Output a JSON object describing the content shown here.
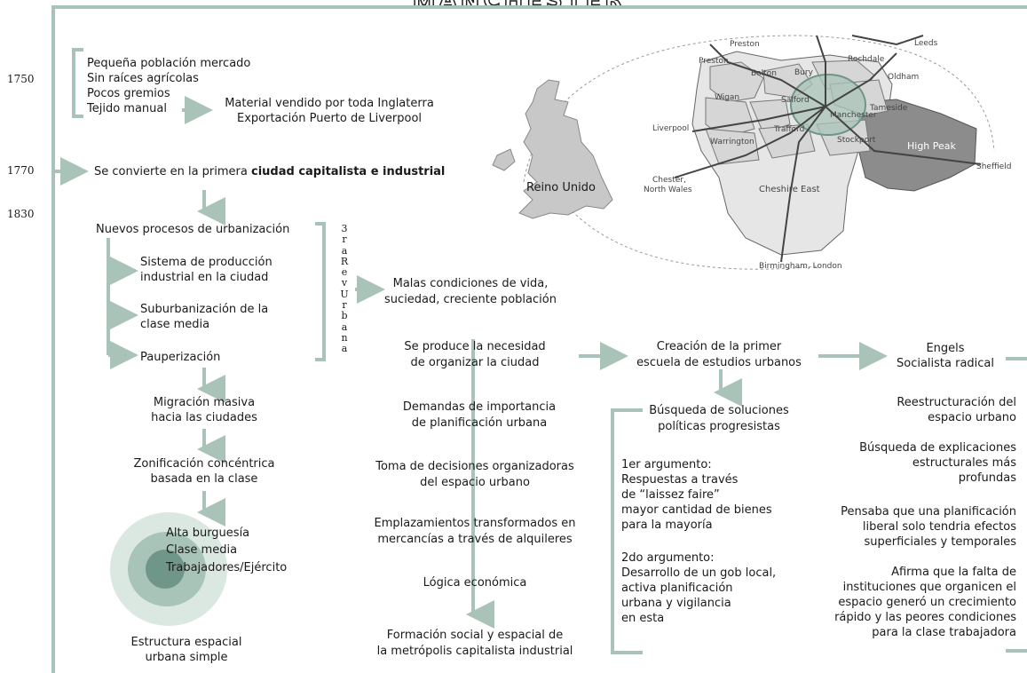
{
  "title": "MANCHESTER",
  "years": {
    "y1750": "1750",
    "y1770": "1770",
    "y1830": "1830"
  },
  "left": {
    "bracket_items": [
      "Pequeña población mercado",
      "Sin raíces agrícolas",
      "Pocos gremios",
      "Tejido manual"
    ],
    "material_1": "Material vendido por toda Inglaterra",
    "material_2": "Exportación Puerto de Liverpool",
    "ciudad_prefix": "Se convierte en la primera ",
    "ciudad_bold": "ciudad capitalista e industrial",
    "nuevos": "Nuevos procesos de urbanización",
    "sistema_1": "Sistema de producción",
    "sistema_2": "industrial en la ciudad",
    "suburb_1": "Suburbanización de la",
    "suburb_2": "clase media",
    "pauper": "Pauperización",
    "migracion_1": "Migración masiva",
    "migracion_2": "hacia las ciudades",
    "zonif_1": "Zonificación concéntrica",
    "zonif_2": "basada en la clase",
    "ring_1": "Alta burguesía",
    "ring_2": "Clase media",
    "ring_3": "Trabajadores/Ejército",
    "estructura_1": "Estructura espacial",
    "estructura_2": "urbana simple"
  },
  "vertical_label": [
    "3",
    "r",
    "a",
    "R",
    "e",
    "v",
    "U",
    "r",
    "b",
    "a",
    "n",
    "a"
  ],
  "middle": {
    "malas_1": "Malas condiciones de vida,",
    "malas_2": "suciedad, creciente población",
    "necesidad_1": "Se produce la necesidad",
    "necesidad_2": "de organizar la ciudad",
    "demandas_1": "Demandas de importancia",
    "demandas_2": "de planificación urbana",
    "toma_1": "Toma de decisiones organizadoras",
    "toma_2": "del espacio urbano",
    "empl_1": "Emplazamientos transformados en",
    "empl_2": "mercancías a través de alquileres",
    "logica": "Lógica económica",
    "formacion_1": "Formación social y espacial de",
    "formacion_2": "la metrópolis capitalista industrial"
  },
  "center_right": {
    "creacion_1": "Creación de la primer",
    "creacion_2": "escuela de estudios urbanos",
    "busqueda_1": "Búsqueda de soluciones",
    "busqueda_2": "políticas progresistas",
    "arg1": [
      "1er argumento:",
      "Respuestas a través",
      "de “laissez faire”",
      "mayor cantidad de bienes",
      "para la mayoría"
    ],
    "arg2": [
      "2do argumento:",
      "Desarrollo de un gob local,",
      "activa planificación",
      "urbana y vigilancia",
      "en esta"
    ]
  },
  "right": {
    "engels_1": "Engels",
    "engels_2": "Socialista radical",
    "reestr_1": "Reestructuración del",
    "reestr_2": "espacio urbano",
    "busq_1": "Búsqueda de explicaciones",
    "busq_2": "estructurales más",
    "busq_3": "profundas",
    "pensaba_1": "Pensaba que una planificación",
    "pensaba_2": "liberal solo tendria efectos",
    "pensaba_3": "superficiales y temporales",
    "afirma_1": "Afirma que la falta de",
    "afirma_2": "instituciones que organicen el",
    "afirma_3": "espacio generó un crecimiento",
    "afirma_4": "rápido y las peores condiciones",
    "afirma_5": "para la clase trabajadora"
  },
  "map": {
    "uk_label": "Reino Unido",
    "places": {
      "preston_top": "Preston",
      "preston": "Preston",
      "leeds": "Leeds",
      "rochdale": "Rochdale",
      "bury": "Bury",
      "bolton": "Bolton",
      "oldham": "Oldham",
      "wigan": "Wigan",
      "salford": "Salford",
      "manchester": "Manchester",
      "tameside": "Tameside",
      "liverpool": "Liverpool",
      "trafford": "Trafford",
      "warrington": "Warrington",
      "stockport": "Stockport",
      "high_peak": "High Peak",
      "sheffield": "Sheffield",
      "chester": "Chester,",
      "north_wales": "North Wales",
      "cheshire_east": "Cheshire East",
      "birmingham": "Birmingham, London"
    }
  },
  "colors": {
    "accent": "#a9c3b8",
    "ring_outer": "#dbe8e2",
    "ring_mid": "#a8c4b8",
    "ring_inner": "#6f9688",
    "highpeak": "#8c8c8c"
  }
}
